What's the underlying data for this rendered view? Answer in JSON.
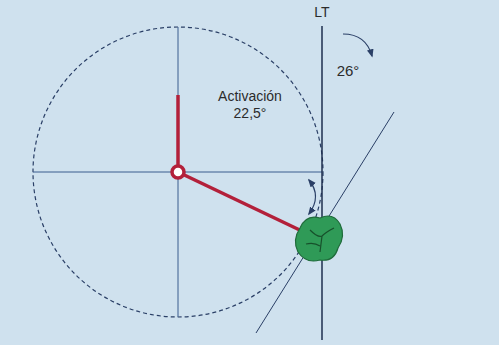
{
  "diagram": {
    "labels": [
      "LT",
      "26°",
      "Activación 22,5°"
    ]
  }
}
